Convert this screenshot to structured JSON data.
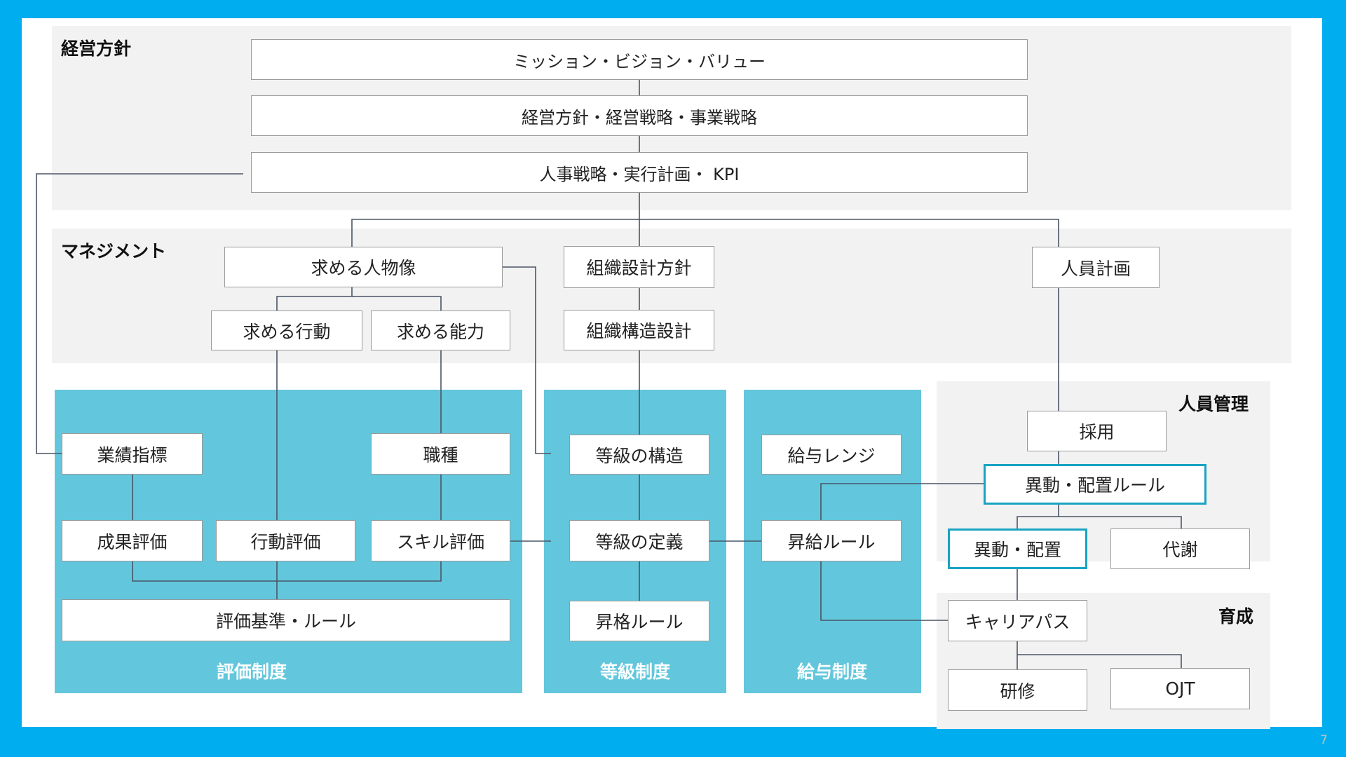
{
  "sections": {
    "management_policy": "経営方針",
    "management": "マネジメント",
    "staffing": "人員管理",
    "development": "育成",
    "evaluation_system": "評価制度",
    "grade_system": "等級制度",
    "salary_system": "給与制度"
  },
  "nodes": {
    "mvv": "ミッション・ビジョン・バリュー",
    "strategy": "経営方針・経営戦略・事業戦略",
    "hr_strategy": "人事戦略・実行計画・ KPI",
    "ideal_person": "求める人物像",
    "org_policy": "組織設計方針",
    "headcount_plan": "人員計画",
    "desired_behavior": "求める行動",
    "desired_ability": "求める能力",
    "org_structure": "組織構造設計",
    "kpi_metrics": "業績指標",
    "job_type": "職種",
    "results_eval": "成果評価",
    "behavior_eval": "行動評価",
    "skill_eval": "スキル評価",
    "eval_rules": "評価基準・ルール",
    "grade_structure": "等級の構造",
    "grade_definition": "等級の定義",
    "promotion_rules": "昇格ルール",
    "salary_range": "給与レンジ",
    "raise_rules": "昇給ルール",
    "recruitment": "採用",
    "transfer_rules": "異動・配置ルール",
    "transfer": "異動・配置",
    "turnover": "代謝",
    "career_path": "キャリアパス",
    "training": "研修",
    "ojt": "OJT"
  },
  "page_number": "7"
}
